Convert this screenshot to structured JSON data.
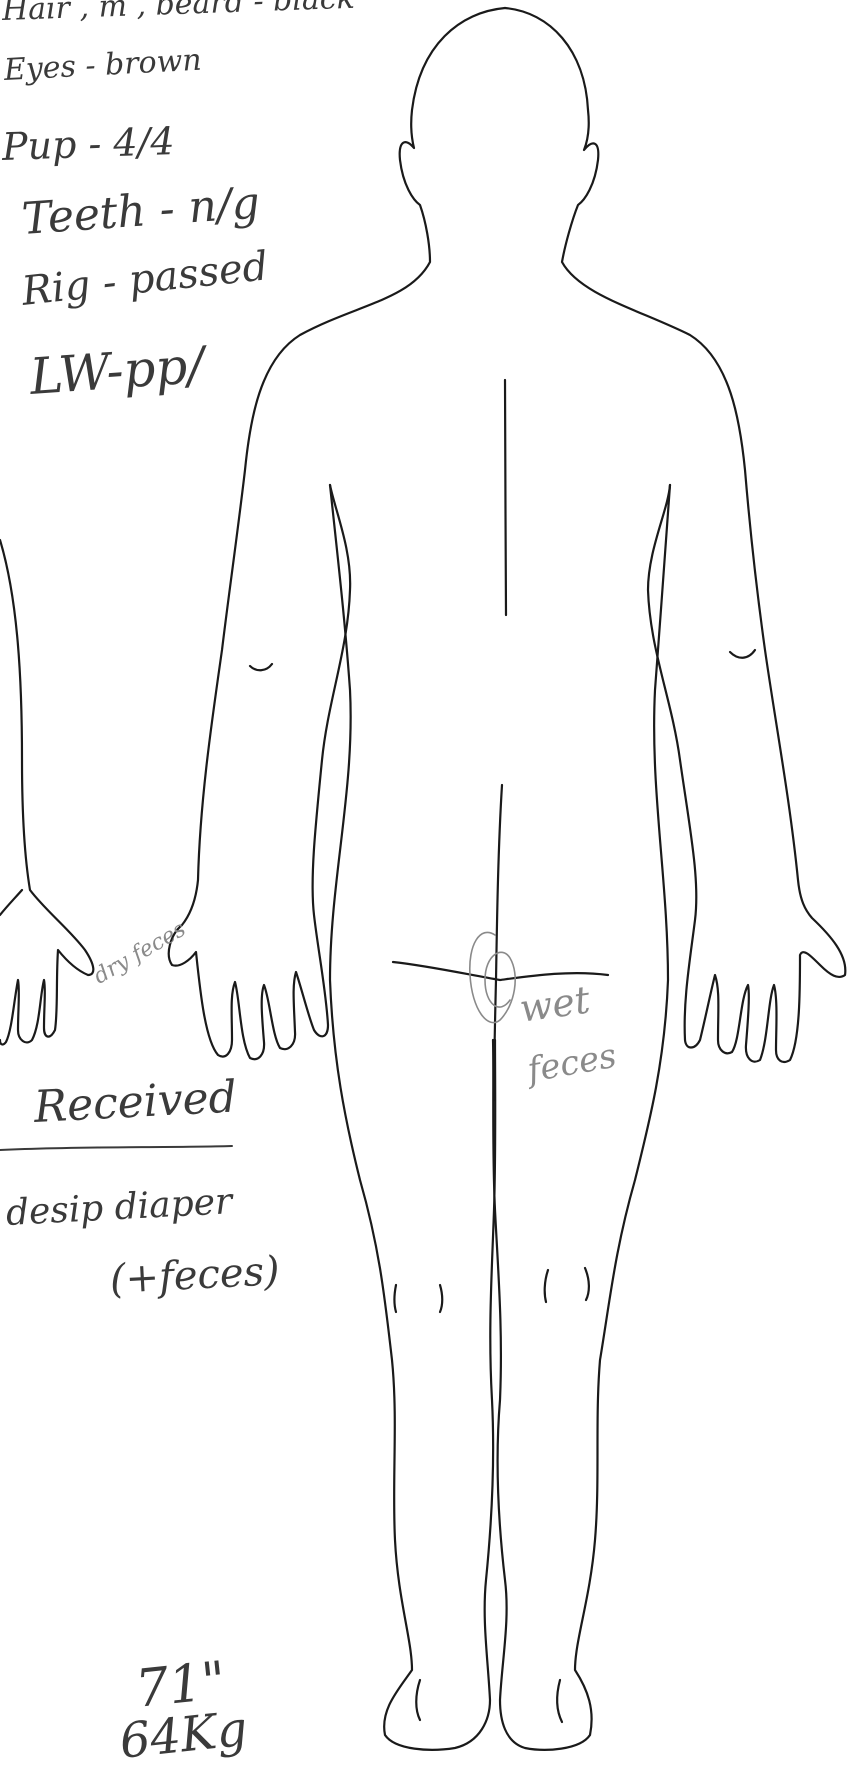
{
  "notes": {
    "hair": "Hair , m , beard - black",
    "eyes": "Eyes - brown",
    "pupils": "Pup - 4/4",
    "teeth": "Teeth - n/g",
    "rigor": "Rig - passed",
    "lw": "LW-pp/",
    "dry_feces": "dry feces",
    "received": "Received",
    "received_items_line1": "desip diaper",
    "received_items_line2": "(+feces)",
    "wet_feces_line1": "wet",
    "wet_feces_line2": "feces",
    "height": "71\"",
    "weight": "64Kg"
  },
  "colors": {
    "ink": "#3a3a3a",
    "pencil": "#8a8a8a",
    "outline": "#1a1a1a"
  }
}
